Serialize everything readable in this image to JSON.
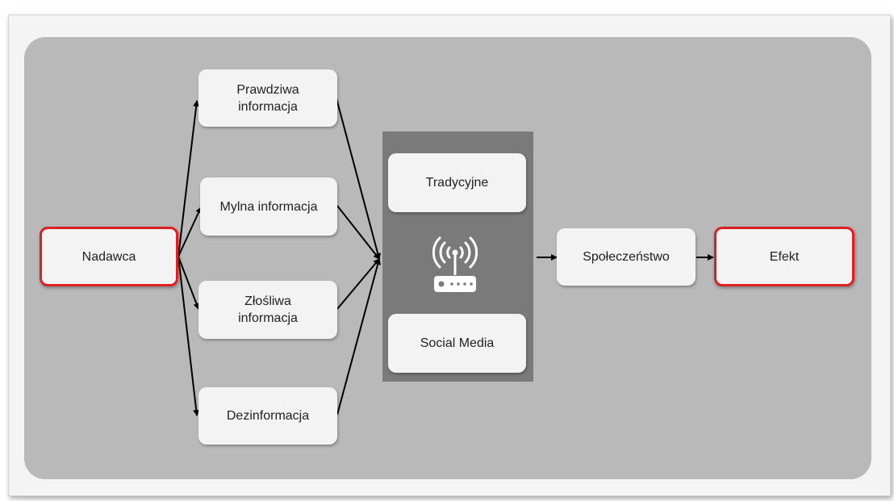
{
  "diagram": {
    "sender": {
      "label": "Nadawca"
    },
    "info_types": [
      {
        "label": "Prawdziwa\ninformacja"
      },
      {
        "label": "Mylna informacja"
      },
      {
        "label": "Złośliwa\ninformacja"
      },
      {
        "label": "Dezinformacja"
      }
    ],
    "channels": {
      "traditional": {
        "label": "Tradycyjne"
      },
      "social": {
        "label": "Social Media"
      },
      "icon": "wireless-router-icon"
    },
    "society": {
      "label": "Społeczeństwo"
    },
    "effect": {
      "label": "Efekt"
    },
    "colors": {
      "outer_panel": "#b9b9b9",
      "box_fill": "#f3f3f3",
      "highlight_border": "#e02020",
      "media_panel": "#7a7a7a",
      "arrow": "#000000"
    }
  }
}
